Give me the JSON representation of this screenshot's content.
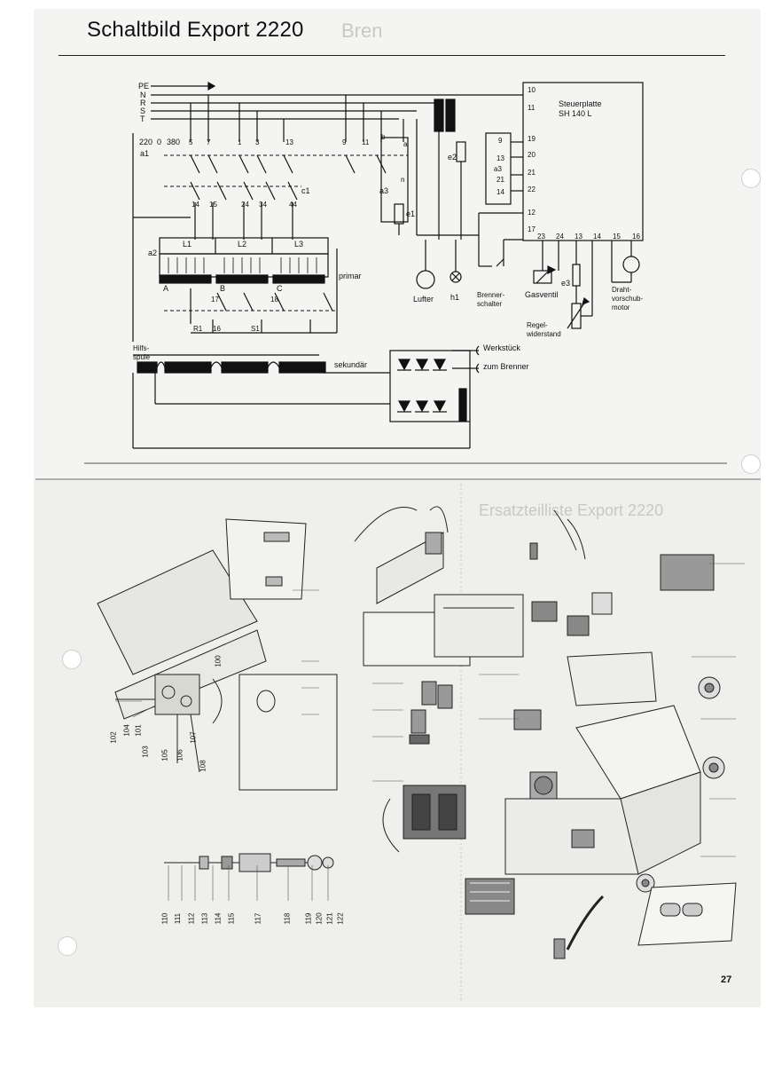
{
  "title": "Schaltbild Export 2220",
  "page_number": "27",
  "phase_labels": [
    "PE",
    "N",
    "R",
    "S",
    "T"
  ],
  "voltage_labels": [
    "220",
    "0",
    "380"
  ],
  "switch_labels": [
    "a1",
    "a2",
    "a3",
    "c1",
    "e1",
    "e2",
    "e3",
    "h1"
  ],
  "terminal_labels": [
    "5",
    "7",
    "1",
    "3",
    "13",
    "9",
    "11",
    "b",
    "a",
    "n",
    "14",
    "15",
    "24",
    "34",
    "44",
    "16",
    "17",
    "18",
    "R1",
    "S1"
  ],
  "transformer_labels": [
    "L1",
    "L2",
    "L3",
    "A",
    "B",
    "C"
  ],
  "winding_labels": {
    "primar": "primar",
    "sekundar": "sekundär",
    "hilfsspule": "Hilfs-spule"
  },
  "component_labels": {
    "lufter": "Lufter",
    "brennerschalter": "Brenner-schalter",
    "gasventil": "Gasventil",
    "drahtvorschub": "Draht-vorschub-motor",
    "regelwiderstand": "Regel-widerstand",
    "werkstuck": "Werkstück",
    "zum_brenner": "zum Brenner"
  },
  "control_board": {
    "name": "Steuerplatte",
    "model": "SH 140 L",
    "pins_left": [
      "10",
      "11",
      "19",
      "20",
      "21",
      "22",
      "12",
      "17"
    ],
    "pins_bottom": [
      "23",
      "24",
      "13",
      "14",
      "15",
      "16"
    ],
    "pins_inner": [
      "9",
      "13",
      "a3",
      "21",
      "14"
    ]
  },
  "part_numbers_left": [
    "102",
    "104",
    "101",
    "103",
    "105",
    "106",
    "107",
    "108",
    "100"
  ],
  "part_numbers_bottom": [
    "110",
    "111",
    "112",
    "113",
    "114",
    "115",
    "117",
    "118",
    "119",
    "120",
    "121",
    "122"
  ],
  "bleed_through_text": [
    "Bren",
    "Ersatzteilliste Export 2220"
  ],
  "colors": {
    "ink": "#111111",
    "paper_top": "#f4f4f2",
    "paper_bottom": "#efefeb",
    "ghost": "#c9c9c4"
  }
}
